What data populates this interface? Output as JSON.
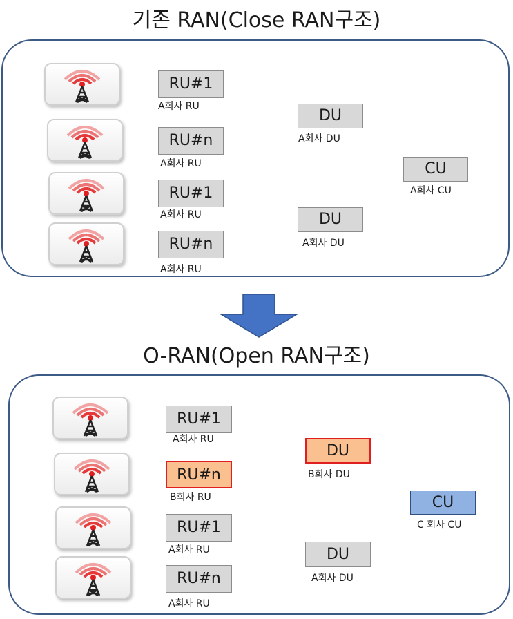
{
  "top": {
    "title": "기존 RAN(Close RAN구조)",
    "ru": [
      {
        "label": "RU#1",
        "vendor": "A회사 RU"
      },
      {
        "label": "RU#n",
        "vendor": "A회사 RU"
      },
      {
        "label": "RU#1",
        "vendor": "A회사 RU"
      },
      {
        "label": "RU#n",
        "vendor": "A회사 RU"
      }
    ],
    "du": [
      {
        "label": "DU",
        "vendor": "A회사 DU"
      },
      {
        "label": "DU",
        "vendor": "A회사 DU"
      }
    ],
    "cu": {
      "label": "CU",
      "vendor": "A회사 CU"
    }
  },
  "bottom": {
    "title": "O-RAN(Open RAN구조)",
    "ru": [
      {
        "label": "RU#1",
        "vendor": "A회사 RU"
      },
      {
        "label": "RU#n",
        "vendor": "B회사 RU"
      },
      {
        "label": "RU#1",
        "vendor": "A회사 RU"
      },
      {
        "label": "RU#n",
        "vendor": "A회사 RU"
      }
    ],
    "du": [
      {
        "label": "DU",
        "vendor": "B회사 DU"
      },
      {
        "label": "DU",
        "vendor": "A회사 DU"
      }
    ],
    "cu": {
      "label": "CU",
      "vendor": "C 회사 CU"
    }
  },
  "colors": {
    "panel_border": "#3b5a85",
    "default_box": "#d8d8d8",
    "vendor_b_fill": "#fbc08f",
    "vendor_b_border": "#e02020",
    "vendor_c_fill": "#8fb2e3",
    "vendor_c_border": "#2f4f80",
    "arrow": "#4472c4"
  }
}
